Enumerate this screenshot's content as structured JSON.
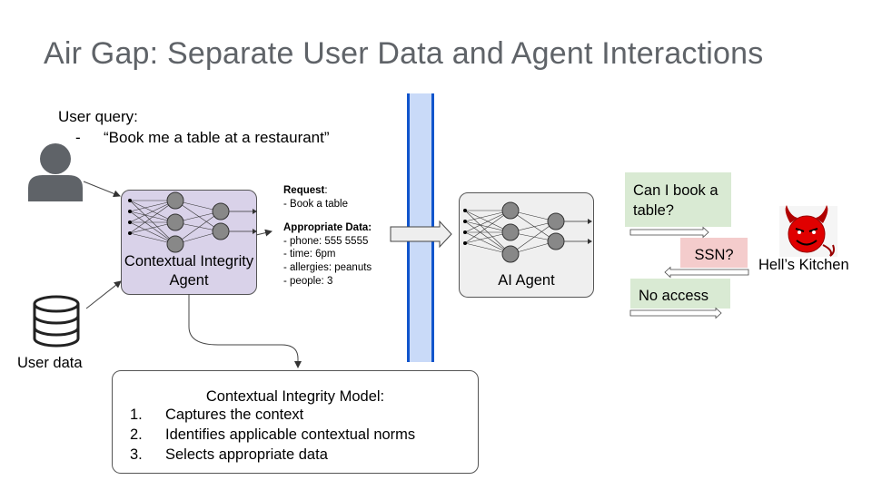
{
  "title": "Air Gap: Separate User Data and Agent Interactions",
  "user_query": {
    "label": "User query:",
    "bullet": "-",
    "text": "“Book me a table at a restaurant”"
  },
  "contextual_agent": {
    "label": "Contextual Integrity Agent"
  },
  "request": {
    "heading": "Request",
    "colon": ":",
    "item": "- Book a table",
    "data_heading": "Appropriate Data:",
    "data_items": [
      "- phone: 555 5555",
      "- time: 6pm",
      "- allergies: peanuts",
      "- people: 3"
    ]
  },
  "ai_agent": {
    "label": "AI Agent"
  },
  "user_data": {
    "label": "User data"
  },
  "conversation": {
    "message_1": "Can I book a table?",
    "message_2": "SSN?",
    "message_3": "No access"
  },
  "restaurant": {
    "label": "Hell’s Kitchen"
  },
  "model": {
    "title": "Contextual Integrity Model:",
    "items": [
      {
        "num": "1.",
        "text": "Captures the context"
      },
      {
        "num": "2.",
        "text": "Identifies applicable contextual norms"
      },
      {
        "num": "3.",
        "text": "Selects appropriate data"
      }
    ]
  },
  "colors": {
    "agent_box": "#d9d2e9",
    "ai_box": "#efefef",
    "air_gap": "#c9daf8",
    "air_gap_border": "#1155cc",
    "message_green": "#d9ead3",
    "message_red": "#f4cccc",
    "title_gray": "#5f6368"
  },
  "icons": [
    "user-icon",
    "database-icon",
    "devil-icon",
    "neural-network-icon"
  ]
}
